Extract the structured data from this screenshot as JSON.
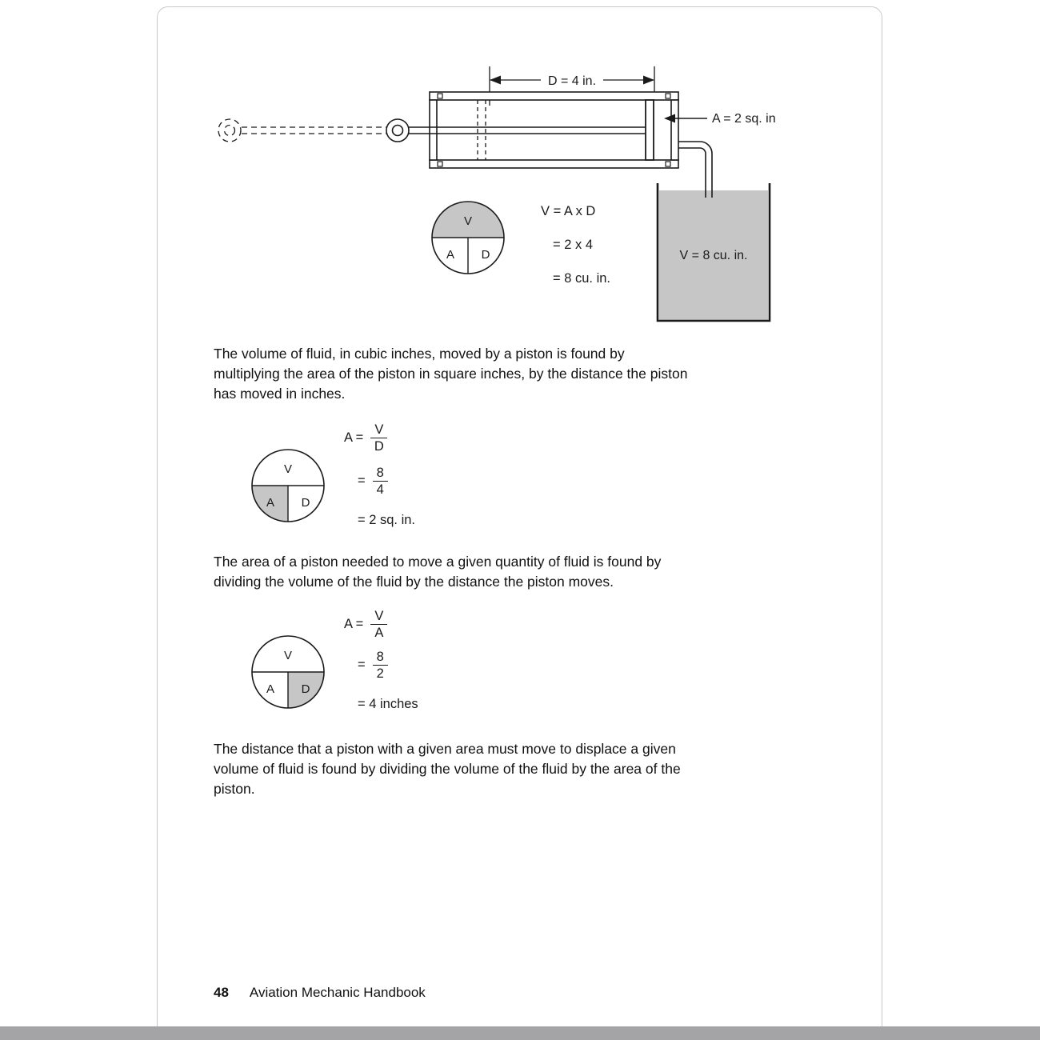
{
  "circle_labels": {
    "top": "V",
    "bottom_left": "A",
    "bottom_right": "D"
  },
  "top_diagram": {
    "dimension_label": "D = 4 in.",
    "area_label": "A = 2 sq. in",
    "reservoir_label": "V = 8 cu. in.",
    "volume_formula": {
      "line1": "V = A x D",
      "line2": "= 2 x 4",
      "line3": "= 8 cu. in."
    }
  },
  "area_formula": {
    "lhs": "A =",
    "frac1_num": "V",
    "frac1_den": "D",
    "eq": "=",
    "frac2_num": "8",
    "frac2_den": "4",
    "result": "= 2 sq. in."
  },
  "distance_formula": {
    "lhs": "A =",
    "frac1_num": "V",
    "frac1_den": "A",
    "eq": "=",
    "frac2_num": "8",
    "frac2_den": "2",
    "result": "= 4 inches"
  },
  "paragraphs": {
    "volume": {
      "line1": "The volume of fluid, in cubic inches, moved by a piston is found by",
      "line2": "multiplying the area of the piston in square inches, by the distance the piston",
      "line3": "has moved in inches."
    },
    "area": {
      "line1": "The area of a piston needed to move a given quantity of fluid is found by",
      "line2": "dividing the volume of the fluid by the distance the piston moves."
    },
    "distance": {
      "line1": "The distance that a piston with a given area must move to displace a given",
      "line2": "volume of fluid is found by dividing the volume of the fluid by the area of the",
      "line3": "piston."
    }
  },
  "footer": {
    "page_number": "48",
    "book_title": "Aviation Mechanic Handbook"
  },
  "colors": {
    "shade_gray": "#c6c6c6",
    "line": "#1a1a1a",
    "fluid_gray": "#c6c6c6"
  }
}
